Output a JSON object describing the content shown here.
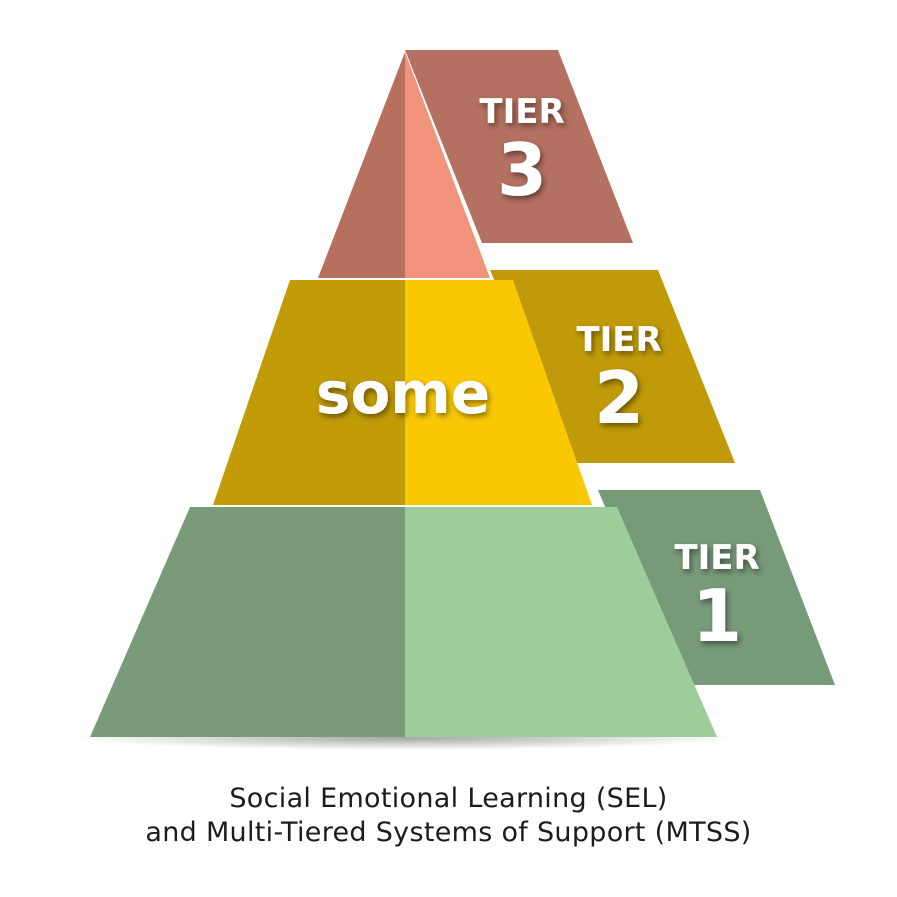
{
  "pyramid": {
    "tiers": [
      {
        "word": "TIER",
        "number": "3",
        "colors": {
          "tab": "#b47060",
          "left_face": "#b7705e",
          "right_face": "#f0937a"
        }
      },
      {
        "word": "TIER",
        "number": "2",
        "colors": {
          "tab": "#c09a08",
          "left_face": "#c19b08",
          "right_face": "#f9c805"
        }
      },
      {
        "word": "TIER",
        "number": "1",
        "colors": {
          "tab": "#779a78",
          "left_face": "#7a9b7a",
          "right_face": "#9dcd9a"
        }
      }
    ],
    "middle_label": "some"
  },
  "caption": {
    "line1": "Social Emotional Learning (SEL)",
    "line2": "and Multi-Tiered Systems of Support (MTSS)"
  }
}
